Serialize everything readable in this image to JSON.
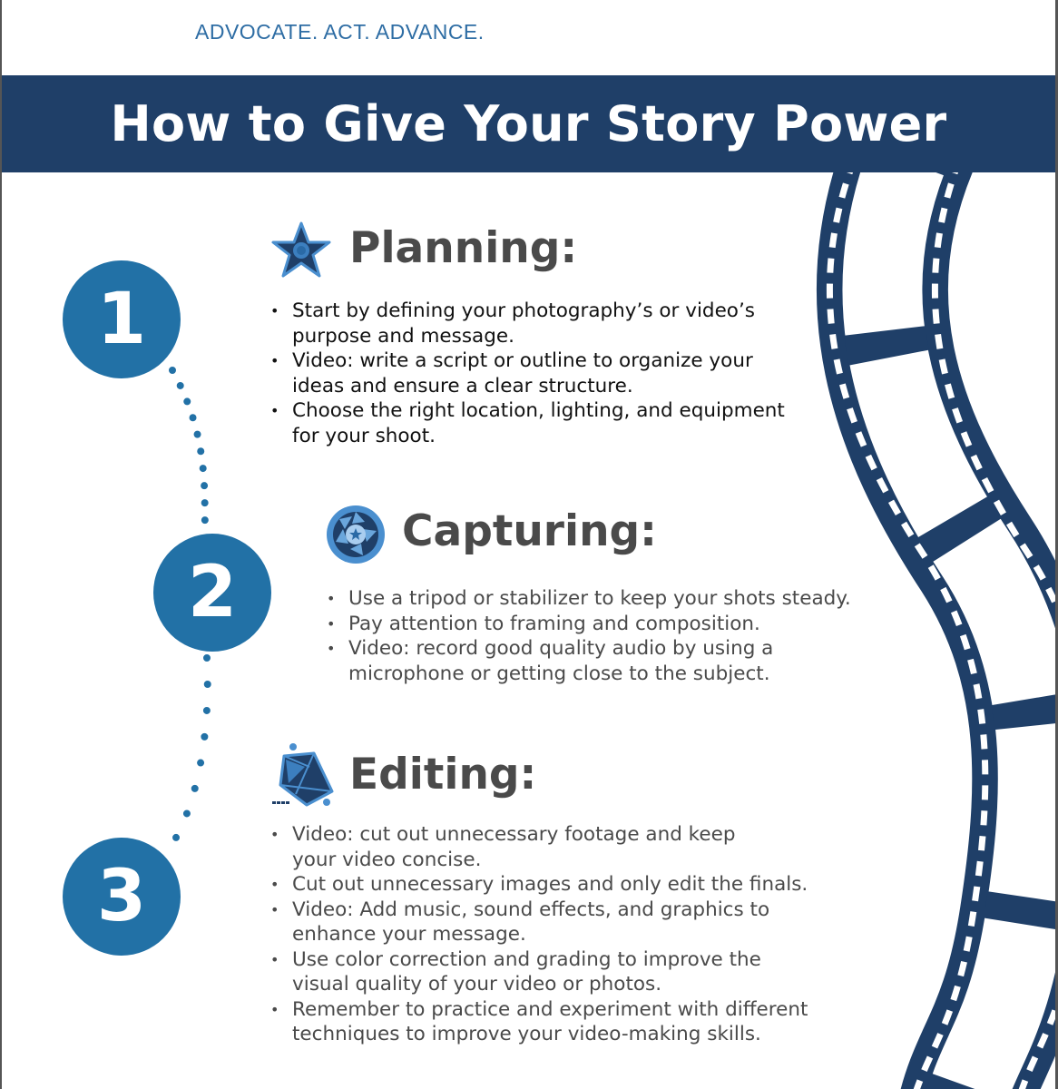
{
  "header": {
    "tagline": "ADVOCATE. ACT. ADVANCE."
  },
  "banner": {
    "title": "How to Give Your Story Power"
  },
  "colors": {
    "navy": "#1f3f68",
    "circle_blue": "#2271a6",
    "accent": "#2e6da4"
  },
  "steps": [
    {
      "number": "1",
      "title": "Planning:",
      "icon": "star-camera-icon",
      "bullets": [
        "Start by defining your photography’s or video’s purpose and message.",
        "Video: write a script or outline to organize your ideas and ensure a clear structure.",
        "Choose the right location, lighting, and equipment for your shoot."
      ]
    },
    {
      "number": "2",
      "title": "Capturing:",
      "icon": "aperture-icon",
      "bullets": [
        "Use a tripod or stabilizer to keep your shots steady.",
        "Pay attention to framing and composition.",
        "Video: record good quality audio by using a microphone or getting close to the subject."
      ]
    },
    {
      "number": "3",
      "title": "Editing:",
      "icon": "editing-shapes-icon",
      "bullets": [
        "Video: cut out unnecessary footage and keep your video concise.",
        "Cut out unnecessary images and only edit the finals.",
        "Video: Add music, sound effects, and graphics to enhance your message.",
        "Use color correction and grading to improve the visual quality of your video or photos.",
        "Remember to practice and experiment with different techniques to improve your video-making skills."
      ]
    }
  ]
}
